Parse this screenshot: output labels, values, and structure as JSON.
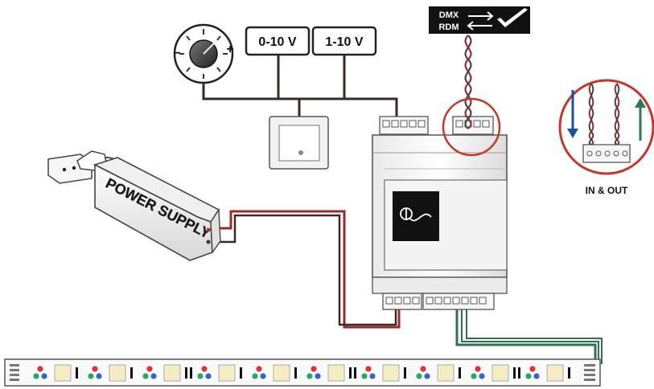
{
  "labels": {
    "voltage_0_10": "0-10 V",
    "voltage_1_10": "1-10 V",
    "power_supply": "POWER SUPPLY",
    "in_out": "IN & OUT",
    "dmx_top": "DMX",
    "dmx_bottom": "RDM",
    "dimmer_minus": "−",
    "dimmer_plus": "+"
  },
  "colors": {
    "wire_dark": "#3b2a24",
    "wire_red": "#9b2a2a",
    "wire_green": "#2f6f52",
    "highlight_ring": "#c0392b",
    "arrow_down": "#1f4e9c",
    "arrow_up": "#2f7a4f",
    "dimmer_minus": "#c0307a",
    "dimmer_plus": "#c0307a",
    "strip_yellow": "#f4ecc2"
  }
}
